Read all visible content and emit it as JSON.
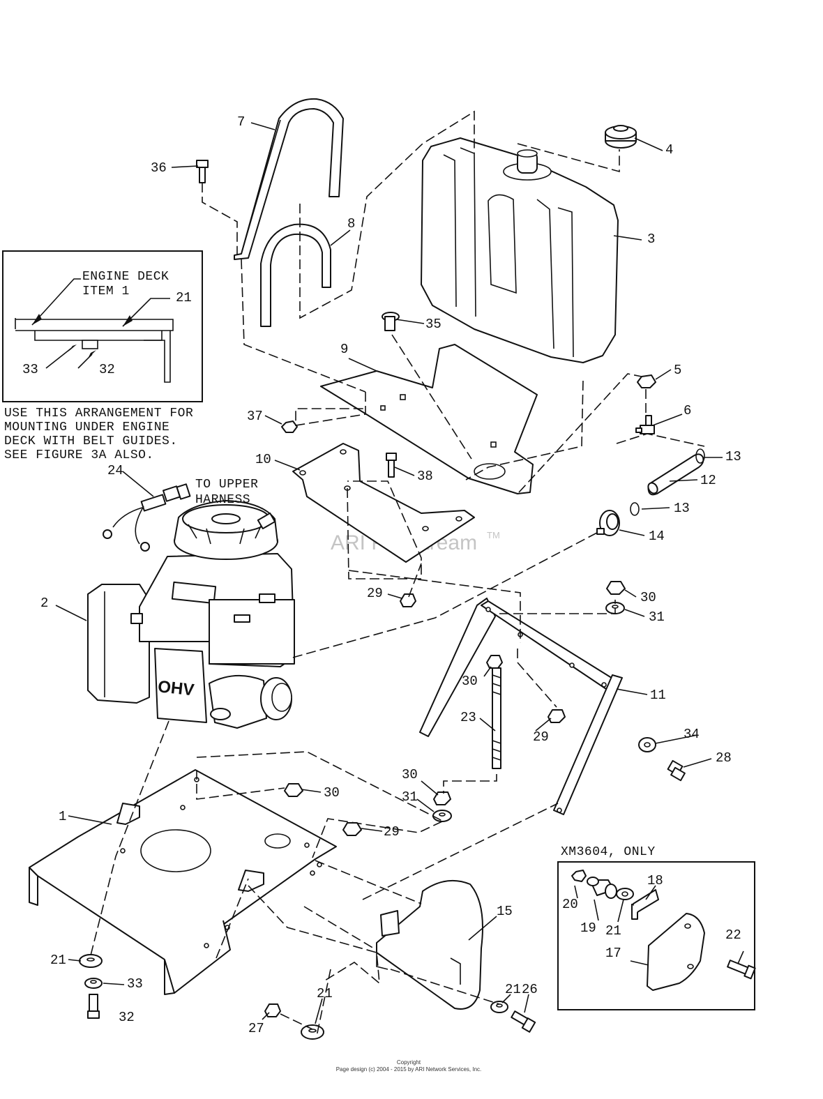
{
  "inset_detail": {
    "label_engine_deck": "ENGINE DECK",
    "label_item": "ITEM 1",
    "callout_21": "21",
    "callout_33": "33",
    "callout_32": "32"
  },
  "instruction_note": [
    "USE THIS ARRANGEMENT FOR",
    "MOUNTING UNDER ENGINE",
    "DECK WITH BELT GUIDES.",
    "SEE FIGURE 3A ALSO."
  ],
  "harness_note": [
    "TO UPPER",
    "HARNESS"
  ],
  "variant_box": {
    "title": "XM3604, ONLY",
    "callouts": [
      "20",
      "19",
      "21",
      "18",
      "22",
      "17"
    ]
  },
  "callouts": {
    "c1": "1",
    "c2": "2",
    "c3": "3",
    "c4": "4",
    "c5": "5",
    "c6": "6",
    "c7": "7",
    "c8": "8",
    "c9": "9",
    "c10": "10",
    "c11": "11",
    "c12": "12",
    "c13a": "13",
    "c13b": "13",
    "c14": "14",
    "c15": "15",
    "c21a": "21",
    "c21b": "21",
    "c21c": "21",
    "c23": "23",
    "c24": "24",
    "c26": "26",
    "c27": "27",
    "c28": "28",
    "c29a": "29",
    "c29b": "29",
    "c29c": "29",
    "c30a": "30",
    "c30b": "30",
    "c30c": "30",
    "c30d": "30",
    "c31a": "31",
    "c31b": "31",
    "c32": "32",
    "c33": "33",
    "c34": "34",
    "c35": "35",
    "c36": "36",
    "c37": "37",
    "c38": "38"
  },
  "engine_badge": "OHV",
  "watermark": {
    "text": "ARI PartStream",
    "mark": "TM"
  },
  "footer": {
    "line1": "Copyright",
    "line2": "Page design (c) 2004 - 2015 by ARI Network Services, Inc."
  }
}
